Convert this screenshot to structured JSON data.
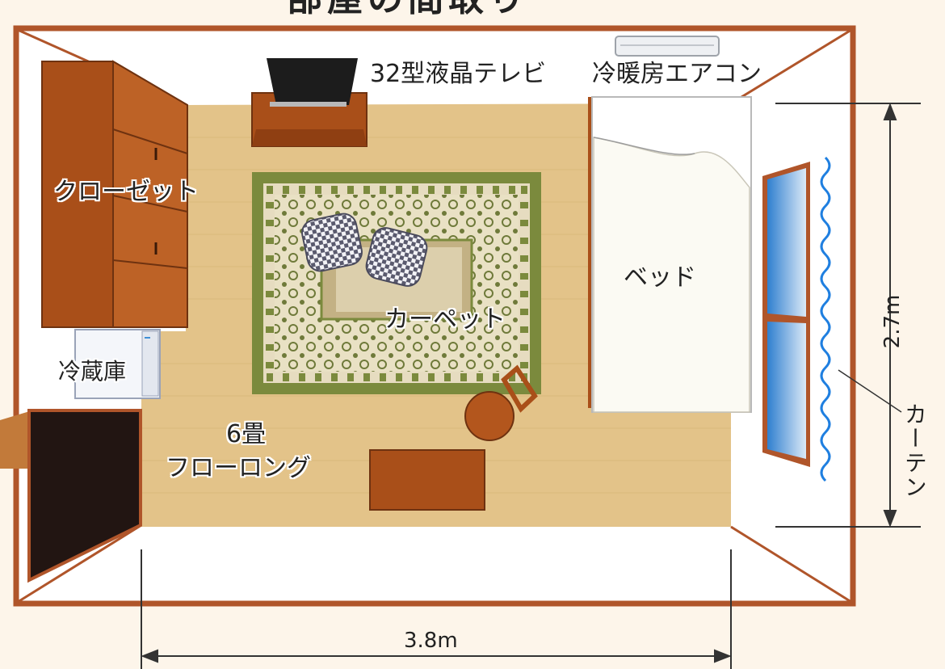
{
  "title_fragment": "部屋の間取り",
  "labels": {
    "tv": "32型液晶テレビ",
    "aircon": "冷暖房エアコン",
    "closet": "クローゼット",
    "fridge": "冷蔵庫",
    "bed": "ベッド",
    "carpet": "カーペット",
    "floor_size": "6畳",
    "floor_type": "フローロング",
    "curtain": "カーテン"
  },
  "dimensions": {
    "width": "3.8m",
    "depth": "2.7m"
  },
  "colors": {
    "background": "#fdf5ea",
    "wall_frame": "#b0552a",
    "floor": "#e3c389",
    "furniture": "#b3561d",
    "carpet_border": "#7b8a3d",
    "carpet_inner": "#d9ceb0",
    "window_glass": "#3f8fd6",
    "curtain": "#1f7fe0"
  }
}
